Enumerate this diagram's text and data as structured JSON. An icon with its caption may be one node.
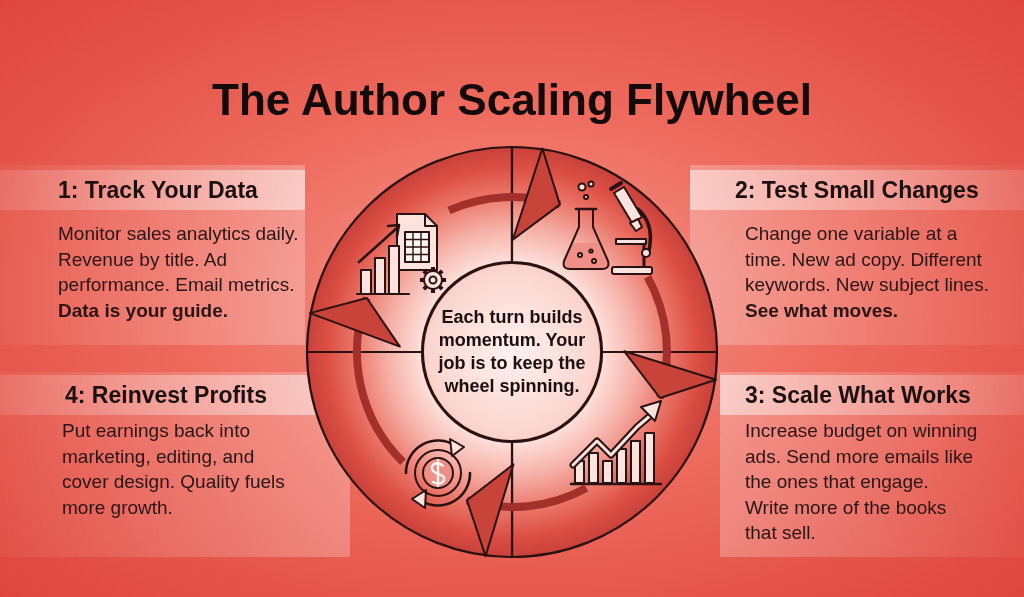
{
  "diagram": {
    "title": "The Author Scaling Flywheel",
    "nodes": [
      {
        "text": [
          "1: Track Your Data",
          "Monitor sales analytics daily. Revenue by title. Ad performance. Email metrics. **Data is your guide.**"
        ]
      },
      {
        "text": [
          "2: Test Small Changes",
          "Change one variable at a time. New ad copy. Different keywords. New subject lines. **See what moves.**"
        ]
      },
      {
        "text": [
          "3: Scale What Works",
          "Increase budget on winning ads. Send more emails like the ones that engage. Write more of the books that sell."
        ]
      },
      {
        "text": [
          "4: Reinvest Profits",
          "Put earnings back into marketing, editing, and cover design. Quality fuels more growth."
        ]
      },
      {
        "text": [
          "Each turn builds momentum. Your job is to keep the wheel spinning."
        ]
      },
      {
        "text": [],
        "shape": "picture"
      },
      {
        "text": [],
        "shape": "picture"
      },
      {
        "text": [],
        "shape": "picture"
      },
      {
        "text": [],
        "shape": "picture"
      }
    ],
    "edges": [
      {
        "from": 5,
        "to": 6,
        "arrow": "to"
      },
      {
        "from": 6,
        "to": 7,
        "arrow": "to"
      },
      {
        "from": 7,
        "to": 8,
        "arrow": "to"
      },
      {
        "from": 8,
        "to": 5,
        "arrow": "to"
      }
    ]
  }
}
